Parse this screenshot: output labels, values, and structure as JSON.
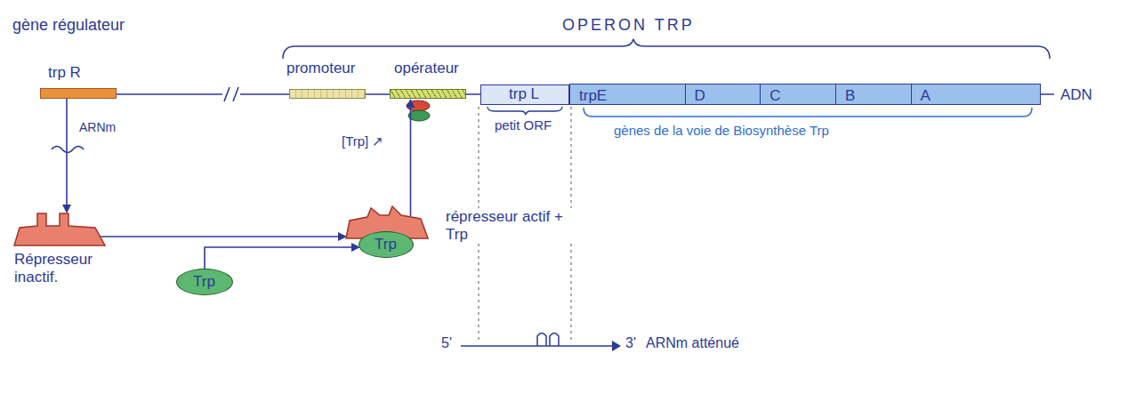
{
  "diagram": {
    "nodes": [
      {
        "text": [
          "trp R"
        ]
      },
      {
        "text": [
          "promoteur"
        ]
      },
      {
        "text": [
          "opérateur"
        ]
      },
      {
        "text": [
          "trp L"
        ]
      },
      {
        "text": [
          "trpE",
          "D",
          "C",
          "B",
          "A"
        ]
      },
      {
        "text": [
          "Répresseur inactif."
        ]
      },
      {
        "text": [
          "Trp"
        ]
      },
      {
        "text": [
          "répresseur actif + Trp"
        ]
      },
      {
        "text": [
          "Trp"
        ],
        "in": 7
      }
    ],
    "edges": [
      {
        "from": 0,
        "to": 5,
        "arrow": "to",
        "label": "ARNm"
      },
      {
        "from": 5,
        "to": 7,
        "arrow": "to"
      },
      {
        "from": 6,
        "to": 7,
        "arrow": "to"
      },
      {
        "from": 7,
        "to": 2,
        "arrow": "to"
      }
    ],
    "labels": [
      "gène régulateur",
      "OPERON TRP",
      "ADN",
      "petit ORF",
      "gènes de la voie de Biosynthèse Trp",
      "[Trp] ↗",
      "5'",
      "3'",
      "ARNm atténué"
    ]
  }
}
